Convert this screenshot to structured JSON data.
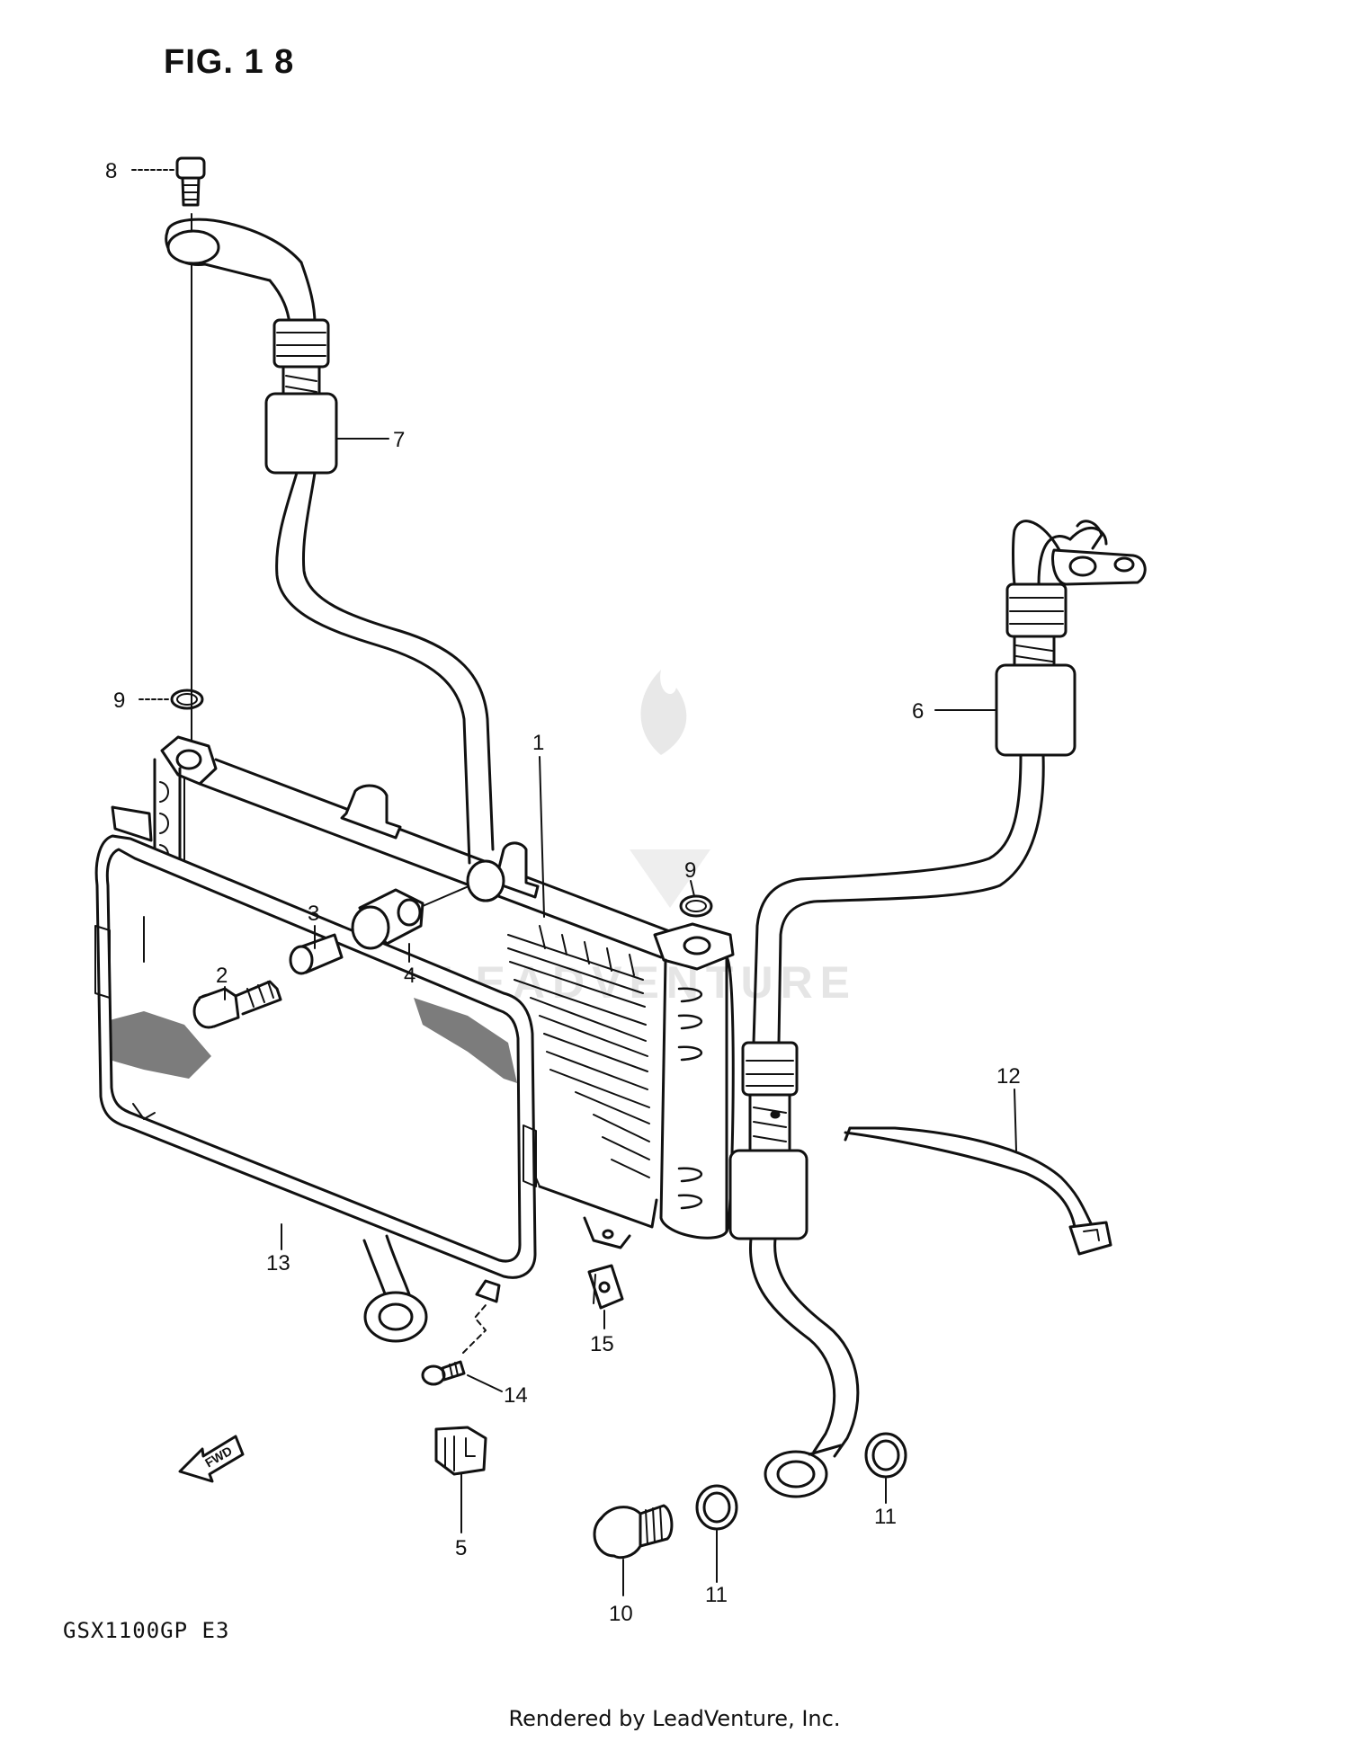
{
  "figure": {
    "title": "FIG. 1 8",
    "model_code": "GSX1100GP  E3",
    "footer": "Rendered by LeadVenture, Inc.",
    "watermark_text": "LEADVENTURE"
  },
  "callouts": {
    "c1": "1",
    "c2": "2",
    "c3": "3",
    "c4": "4",
    "c5": "5",
    "c6": "6",
    "c7": "7",
    "c8": "8",
    "c9a": "9",
    "c9b": "9",
    "c10": "10",
    "c11a": "11",
    "c11b": "11",
    "c12": "12",
    "c13": "13",
    "c14": "14",
    "c15": "15"
  },
  "fwd_badge": "FWD"
}
